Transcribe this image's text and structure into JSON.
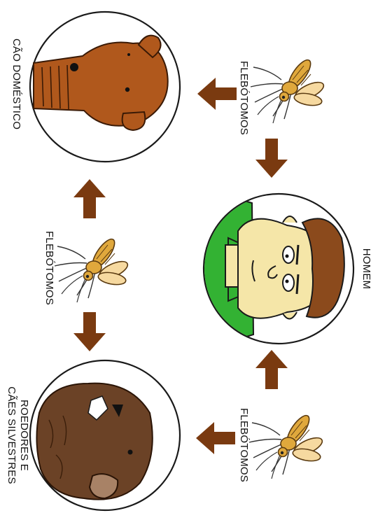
{
  "nodes": {
    "dog": "CÃO DOMÉSTICO",
    "human": "HOMEM",
    "rodent_line1": "ROEDORES E",
    "rodent_line2": "CÃES SILVESTRES"
  },
  "vectors": {
    "top": "FLEBÓTOMOS",
    "left": "FLEBÓTOMOS",
    "bottom": "FLEBÓTOMOS"
  },
  "colors": {
    "arrow": "#7a3a10",
    "dog": "#b0581c",
    "rodent": "#6b4226",
    "shirt": "#33b233",
    "skin": "#f5e6a8",
    "hair": "#8b4a1c",
    "fly_body": "#e0a83c",
    "fly_wing": "#f6d9a0"
  }
}
